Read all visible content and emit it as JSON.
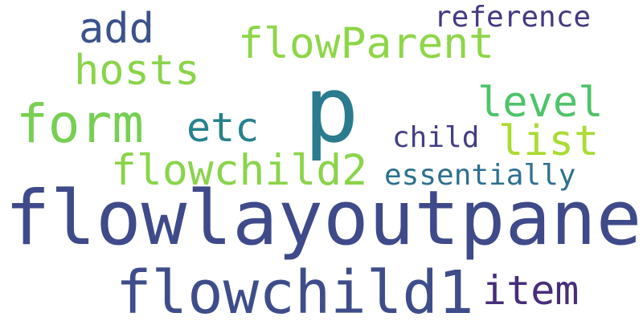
{
  "words": [
    {
      "id": "flowlayoutpanel",
      "text": "flowlayoutpanel",
      "color": "#3f4a8a"
    },
    {
      "id": "p",
      "text": "p",
      "color": "#2a7b8e"
    },
    {
      "id": "flowchild1",
      "text": "flowchild1",
      "color": "#3e4d8a"
    },
    {
      "id": "form",
      "text": "form",
      "color": "#77cf53"
    },
    {
      "id": "flowparent",
      "text": "flowParent",
      "color": "#8ed648"
    },
    {
      "id": "flowchild2",
      "text": "flowchild2",
      "color": "#8ad44a"
    },
    {
      "id": "hosts",
      "text": "hosts",
      "color": "#8ad44a"
    },
    {
      "id": "level",
      "text": "level",
      "color": "#4fc36a"
    },
    {
      "id": "list",
      "text": "list",
      "color": "#aadc32"
    },
    {
      "id": "add",
      "text": "add",
      "color": "#3b528b"
    },
    {
      "id": "etc",
      "text": "etc",
      "color": "#25828e"
    },
    {
      "id": "item",
      "text": "item",
      "color": "#472d7b"
    },
    {
      "id": "reference",
      "text": "reference",
      "color": "#443983"
    },
    {
      "id": "essentially",
      "text": "essentially",
      "color": "#2d708e"
    },
    {
      "id": "child",
      "text": "child",
      "color": "#433e85"
    }
  ]
}
